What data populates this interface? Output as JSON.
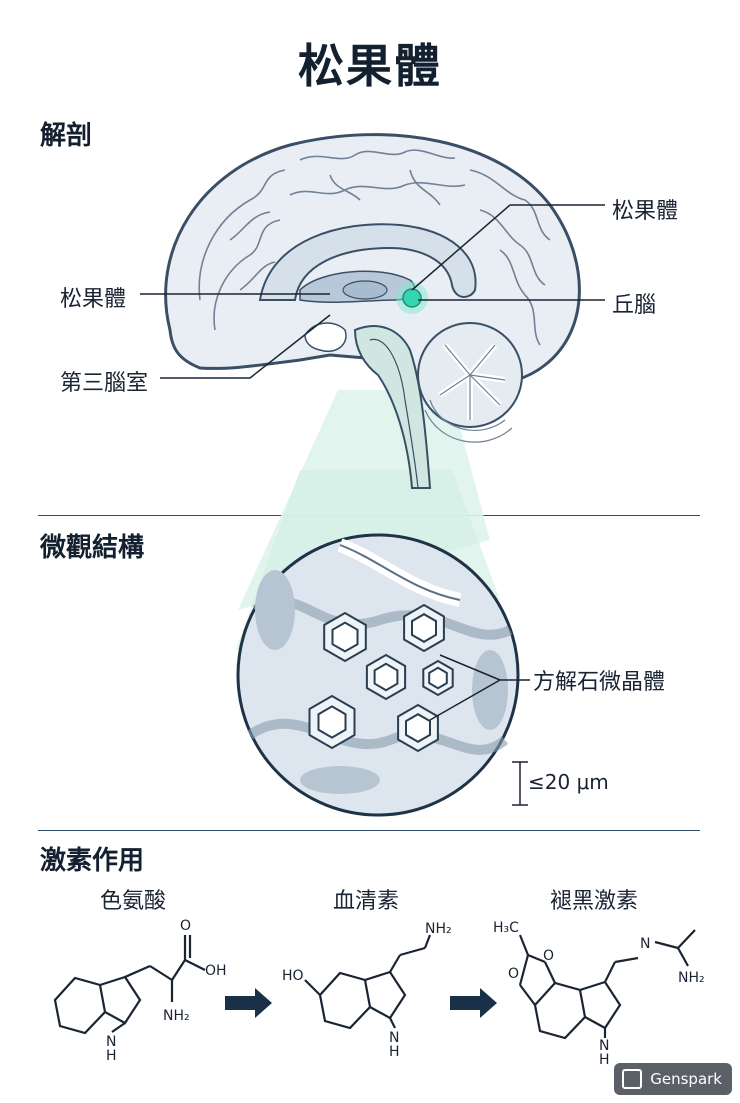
{
  "title": "松果體",
  "sections": {
    "anatomy": "解剖",
    "microstructure": "微觀結構",
    "hormone": "激素作用"
  },
  "anatomy_labels": {
    "pineal_left": "松果體",
    "third_ventricle": "第三腦室",
    "pineal_right": "松果體",
    "thalamus": "丘腦"
  },
  "micro_labels": {
    "calcite": "方解石微晶體",
    "scale": "≤20 μm"
  },
  "molecules": [
    {
      "name": "色氨酸",
      "atoms": {
        "oh": "OH",
        "o": "O",
        "nh2": "NH₂",
        "nh": "H",
        "n": "N"
      }
    },
    {
      "name": "血清素",
      "atoms": {
        "ho": "HO",
        "nh2": "NH₂",
        "nh": "H",
        "n": "N"
      }
    },
    {
      "name": "褪黑激素",
      "atoms": {
        "h3c": "H₃C",
        "o1": "O",
        "o2": "O",
        "nh2": "NH₂",
        "n_chain": "N",
        "nh": "H",
        "n": "N"
      }
    }
  ],
  "badge": "Genspark",
  "colors": {
    "accent": "#33d6b0",
    "navy": "#13202f",
    "brain_fill": "#e8eef4",
    "brain_stroke": "#3a4f66"
  }
}
